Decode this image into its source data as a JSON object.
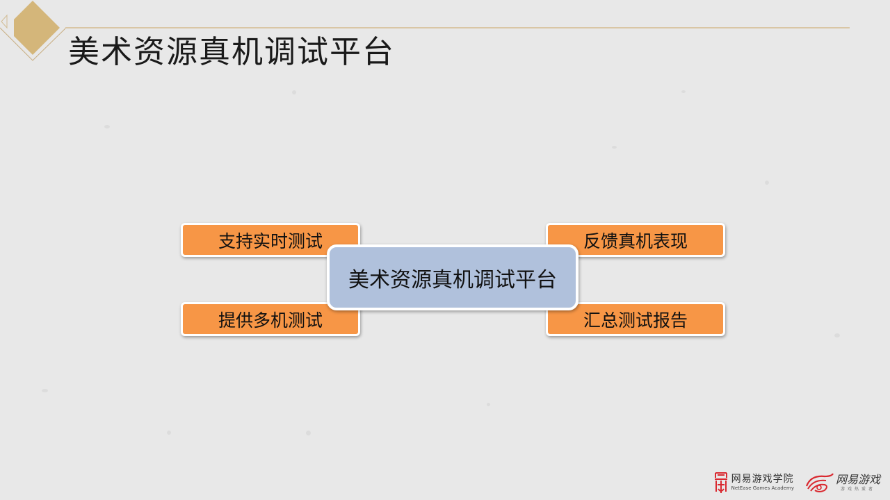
{
  "slide": {
    "title": "美术资源真机调试平台",
    "background_color": "#e8e8e8",
    "accent_color": "#d4b67a"
  },
  "diagram": {
    "center": {
      "label": "美术资源真机调试平台",
      "color": "#b0c1dc"
    },
    "nodes": [
      {
        "label": "支持实时测试",
        "position": "top-left",
        "color": "#f79646"
      },
      {
        "label": "提供多机测试",
        "position": "bottom-left",
        "color": "#f79646"
      },
      {
        "label": "反馈真机表现",
        "position": "top-right",
        "color": "#f79646"
      },
      {
        "label": "汇总测试报告",
        "position": "bottom-right",
        "color": "#f79646"
      }
    ]
  },
  "footer": {
    "academy_logo": {
      "name_cn": "网易游戏学院",
      "name_en": "NetEase Games Academy"
    },
    "games_logo": {
      "name_cn": "网易游戏",
      "tagline": "游戏热爱者"
    }
  }
}
